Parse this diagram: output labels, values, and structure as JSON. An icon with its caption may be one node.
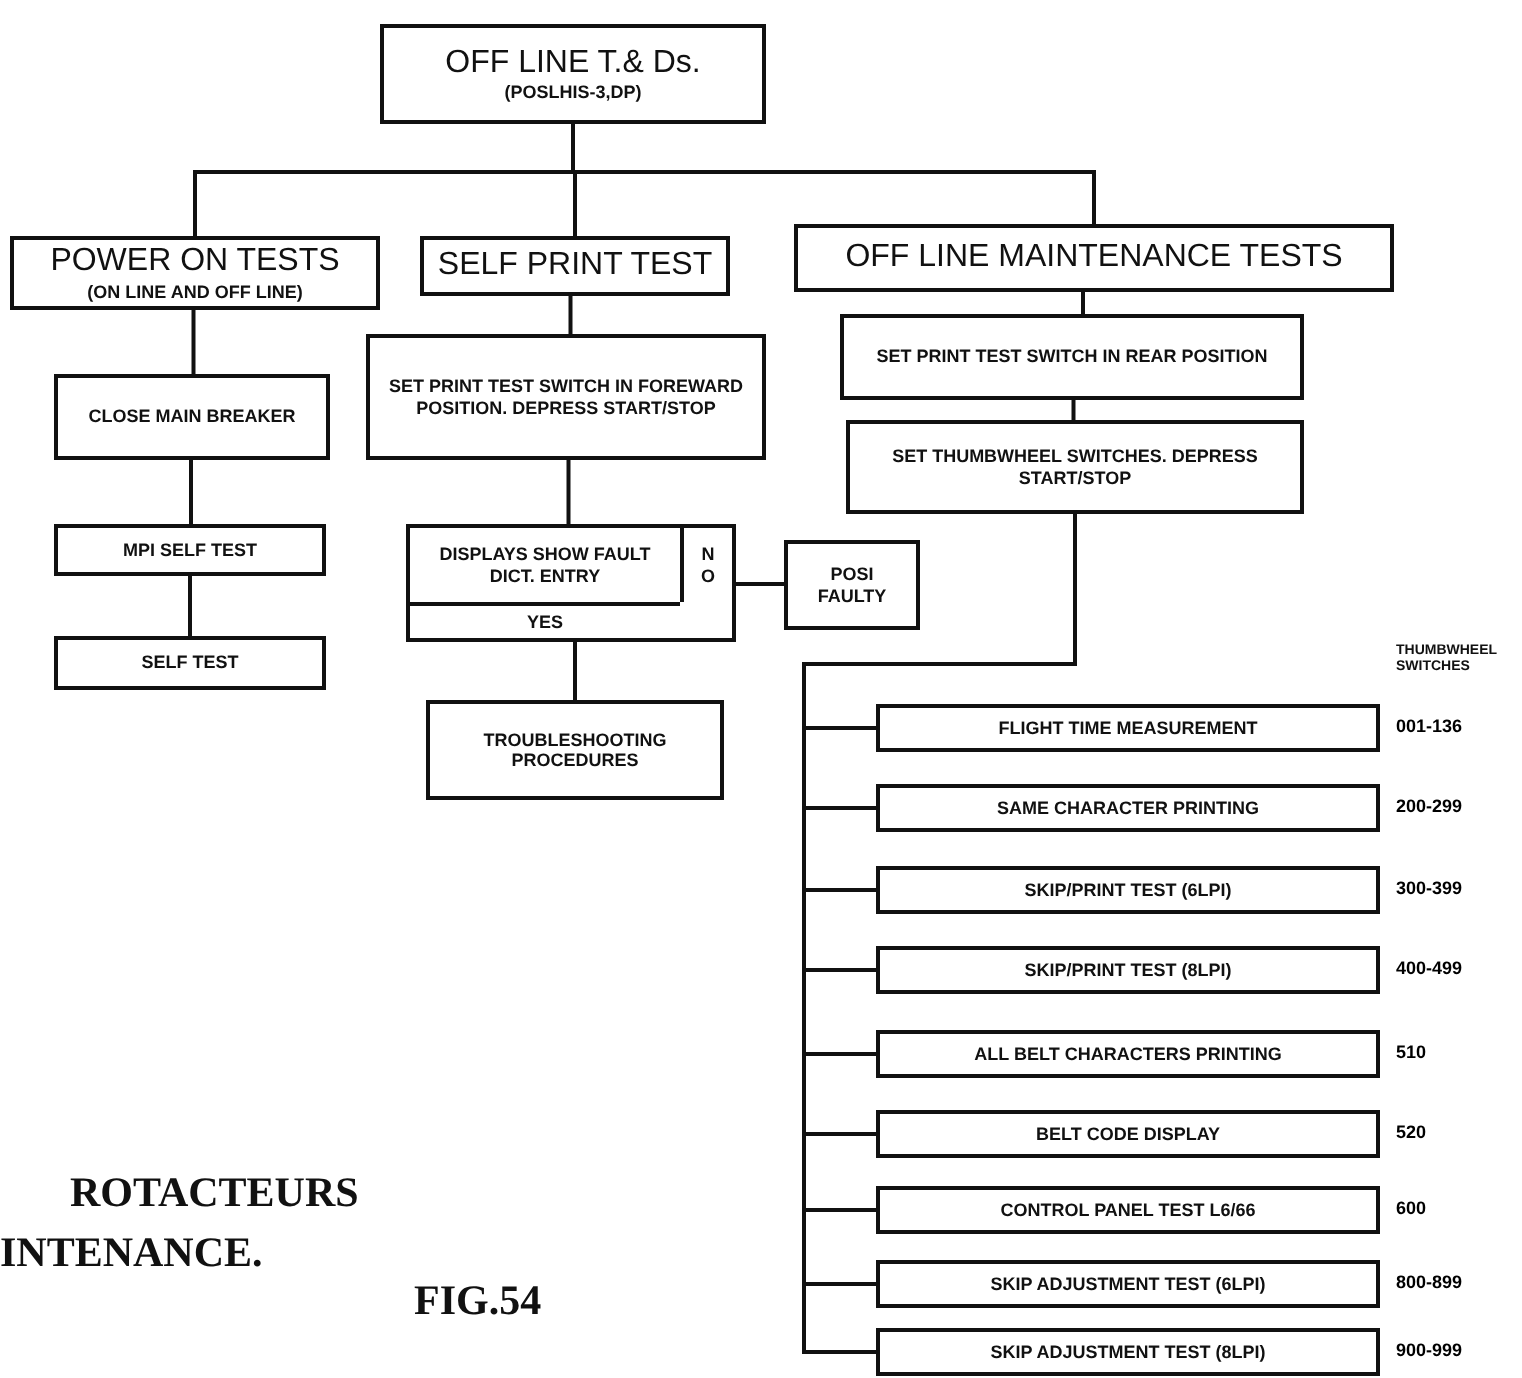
{
  "diagram": {
    "caption": "FIG.54",
    "nodes": [
      {
        "text": [
          "OFF LINE  T.& Ds.",
          "(POSLHIS-3,DP)"
        ]
      },
      {
        "text": [
          "POWER ON TESTS",
          "(ON LINE AND OFF LINE)"
        ]
      },
      {
        "text": [
          "SELF PRINT TEST"
        ]
      },
      {
        "text": [
          "OFF LINE  MAINTENANCE TESTS"
        ]
      },
      {
        "text": [
          "CLOSE MAIN BREAKER"
        ]
      },
      {
        "text": [
          "MPI SELF TEST"
        ]
      },
      {
        "text": [
          "SELF TEST"
        ]
      },
      {
        "text": [
          "SET PRINT TEST SWITCH IN FOREWARD POSITION. DEPRESS START/STOP"
        ]
      },
      {
        "text": [
          "DISPLAYS SHOW FAULT DICT. ENTRY",
          "NO",
          "YES"
        ]
      },
      {
        "text": [
          "POSI FAULTY"
        ]
      },
      {
        "text": [
          "TROUBLESHOOTING PROCEDURES"
        ]
      },
      {
        "text": [
          "SET PRINT TEST SWITCH IN REAR POSITION"
        ]
      },
      {
        "text": [
          "SET THUMBWHEEL SWITCHES. DEPRESS START/STOP"
        ]
      },
      {
        "text": [
          "FLIGHT TIME MEASUREMENT"
        ],
        "beside": [
          "001-136"
        ]
      },
      {
        "text": [
          "SAME CHARACTER PRINTING"
        ],
        "beside": [
          "200-299"
        ]
      },
      {
        "text": [
          "SKIP/PRINT TEST (6LPI)"
        ],
        "beside": [
          "300-399"
        ]
      },
      {
        "text": [
          "SKIP/PRINT TEST (8LPI)"
        ],
        "beside": [
          "400-499"
        ]
      },
      {
        "text": [
          "ALL BELT CHARACTERS PRINTING"
        ],
        "beside": [
          "510"
        ]
      },
      {
        "text": [
          "BELT CODE DISPLAY"
        ],
        "beside": [
          "520"
        ]
      },
      {
        "text": [
          "CONTROL PANEL TEST L6/66"
        ],
        "beside": [
          "600"
        ]
      },
      {
        "text": [
          "SKIP ADJUSTMENT TEST (6LPI)"
        ],
        "beside": [
          "800-899"
        ]
      },
      {
        "text": [
          "SKIP ADJUSTMENT TEST (8LPI)"
        ],
        "beside": [
          "900-999"
        ]
      }
    ],
    "edges": [
      {
        "from": 0,
        "to": 1,
        "arrow": "none"
      },
      {
        "from": 0,
        "to": 2,
        "arrow": "none"
      },
      {
        "from": 0,
        "to": 3,
        "arrow": "none"
      },
      {
        "from": 1,
        "to": 4,
        "arrow": "none"
      },
      {
        "from": 4,
        "to": 5,
        "arrow": "none"
      },
      {
        "from": 5,
        "to": 6,
        "arrow": "none"
      },
      {
        "from": 2,
        "to": 7,
        "arrow": "none"
      },
      {
        "from": 7,
        "to": 8,
        "arrow": "none"
      },
      {
        "from": 8,
        "to": 9,
        "arrow": "none"
      },
      {
        "from": 8,
        "to": 10,
        "arrow": "none"
      },
      {
        "from": 3,
        "to": 11,
        "arrow": "none"
      },
      {
        "from": 11,
        "to": 12,
        "arrow": "none"
      },
      {
        "from": 12,
        "to": 13,
        "arrow": "none"
      },
      {
        "from": 12,
        "to": 14,
        "arrow": "none"
      },
      {
        "from": 12,
        "to": 15,
        "arrow": "none"
      },
      {
        "from": 12,
        "to": 16,
        "arrow": "none"
      },
      {
        "from": 12,
        "to": 17,
        "arrow": "none"
      },
      {
        "from": 12,
        "to": 18,
        "arrow": "none"
      },
      {
        "from": 12,
        "to": 19,
        "arrow": "none"
      },
      {
        "from": 12,
        "to": 20,
        "arrow": "none"
      },
      {
        "from": 12,
        "to": 21,
        "arrow": "none"
      }
    ],
    "labels": [
      "THUMBWHEEL SWITCHES",
      "ROTACTEURS",
      "INTENANCE."
    ]
  }
}
